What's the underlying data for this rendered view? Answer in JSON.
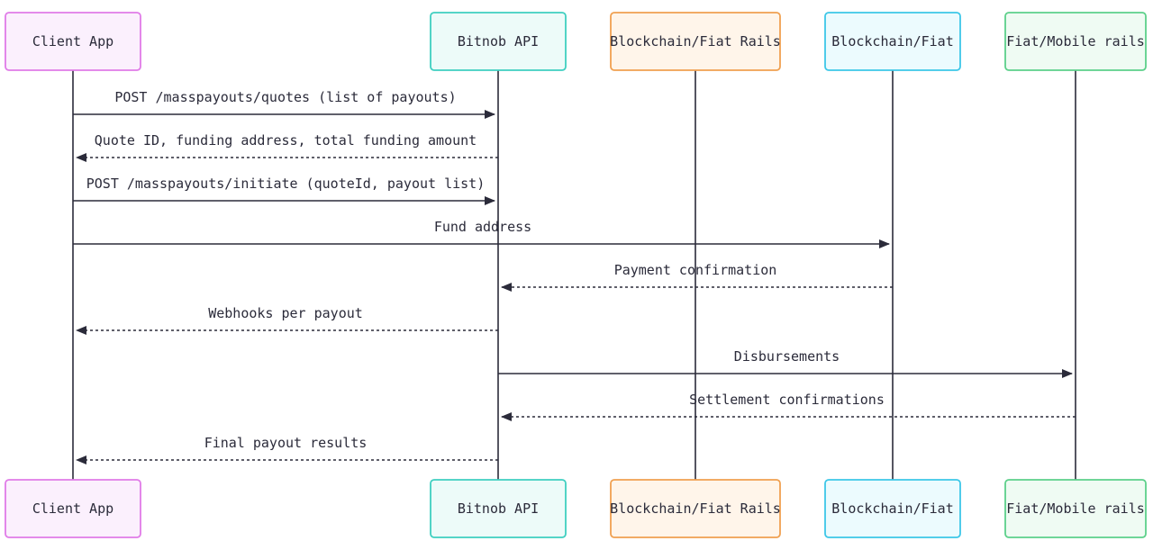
{
  "diagram": {
    "type": "sequence",
    "actors": [
      {
        "id": "client",
        "label": "Client App",
        "border": "#e07be8",
        "fill": "#fbf0fd"
      },
      {
        "id": "api",
        "label": "Bitnob API",
        "border": "#3fcfc0",
        "fill": "#edfbf9"
      },
      {
        "id": "rails",
        "label": "Blockchain/Fiat Rails",
        "border": "#f0a050",
        "fill": "#fff5ea"
      },
      {
        "id": "chain",
        "label": "Blockchain/Fiat",
        "border": "#3cc7e8",
        "fill": "#ecfbfe"
      },
      {
        "id": "mobile",
        "label": "Fiat/Mobile rails",
        "border": "#5cd08a",
        "fill": "#effbf3"
      }
    ],
    "messages": [
      {
        "from": "client",
        "to": "api",
        "label": "POST /masspayouts/quotes (list of payouts)",
        "style": "solid"
      },
      {
        "from": "api",
        "to": "client",
        "label": "Quote ID, funding address, total funding amount",
        "style": "dashed"
      },
      {
        "from": "client",
        "to": "api",
        "label": "POST /masspayouts/initiate (quoteId, payout list)",
        "style": "solid"
      },
      {
        "from": "client",
        "to": "chain",
        "label": "Fund address",
        "style": "solid"
      },
      {
        "from": "chain",
        "to": "api",
        "label": "Payment confirmation",
        "style": "dashed"
      },
      {
        "from": "api",
        "to": "client",
        "label": "Webhooks per payout",
        "style": "dashed"
      },
      {
        "from": "api",
        "to": "mobile",
        "label": "Disbursements",
        "style": "solid"
      },
      {
        "from": "mobile",
        "to": "api",
        "label": "Settlement confirmations",
        "style": "dashed"
      },
      {
        "from": "api",
        "to": "client",
        "label": "Final payout results",
        "style": "dashed"
      }
    ],
    "line_color": "#2b2b3a"
  }
}
